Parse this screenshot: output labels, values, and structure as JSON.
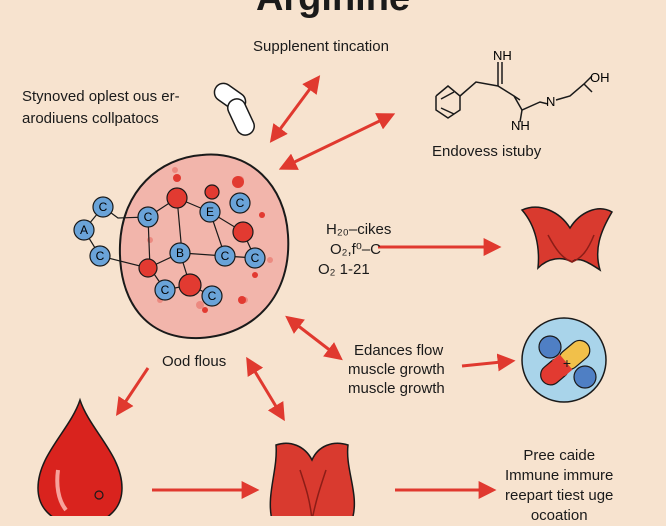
{
  "title": "Arginine",
  "labels": {
    "supplement": "Supplenent tincation",
    "top_left": [
      "Stynoved oplest ous er-",
      "arodiuens collpatocs"
    ],
    "molecule_caption": "Endovess istuby",
    "molecule_atoms": [
      "NH",
      "NH",
      "N",
      "OH"
    ],
    "chem": [
      "H₂₀–cikes",
      "O₂,f⁰–C",
      "O₂  1-21"
    ],
    "food": "Ood flous",
    "flow": [
      "Edances flow",
      "muscle growth",
      "muscle growth"
    ],
    "bottom_right": [
      "Pree caide",
      "Immune immure",
      "reepart tiest uge",
      "ocoation"
    ]
  },
  "cell_nodes": [
    "C",
    "C",
    "A",
    "C",
    "C",
    "E",
    "B",
    "C",
    "C",
    "C",
    "C"
  ],
  "colors": {
    "background": "#f7e3cf",
    "arrow": "#e0392f",
    "cell_fill": "#f2b5ab",
    "cell_stroke": "#1a1a1a",
    "node_blue": "#6aa3d8",
    "node_red": "#e23a31",
    "organ": "#d93a2f",
    "blood": "#d9231e",
    "pill_circle": "#a9d4ea"
  },
  "icons": [
    "pill-icon",
    "cell-icon",
    "molecule-icon",
    "organ-icon",
    "capsule-icon",
    "blood-drop-icon",
    "heart-icon"
  ]
}
